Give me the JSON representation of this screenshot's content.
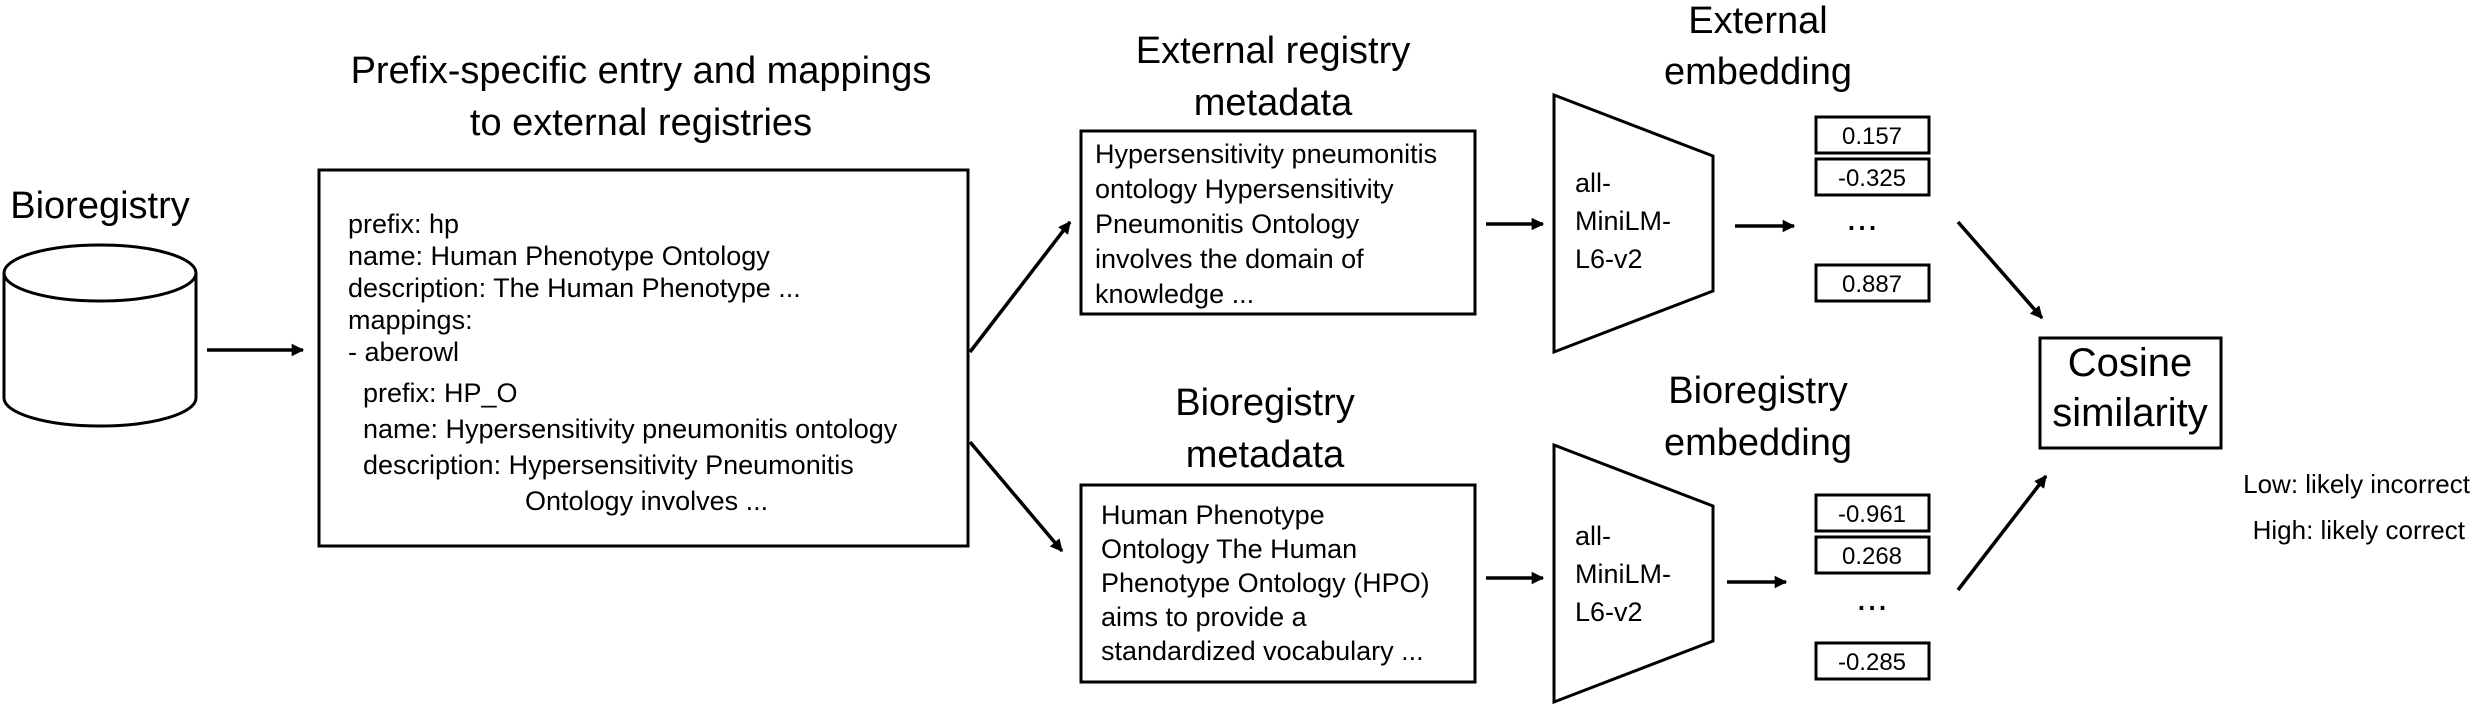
{
  "db": {
    "label": "Bioregistry"
  },
  "entry": {
    "title_lines": [
      "Prefix-specific entry and mappings",
      "to external registries"
    ],
    "lines": [
      "prefix: hp",
      "name: Human Phenotype Ontology",
      "description: The Human Phenotype ...",
      "mappings:",
      "- aberowl",
      "  prefix: HP_O",
      "  name: Hypersensitivity pneumonitis ontology",
      "  description: Hypersensitivity Pneumonitis",
      "Ontology involves ..."
    ]
  },
  "external_meta": {
    "title_lines": [
      "External registry",
      "metadata"
    ],
    "lines": [
      "Hypersensitivity pneumonitis",
      "ontology Hypersensitivity",
      "Pneumonitis Ontology",
      "involves the domain of",
      "knowledge ..."
    ]
  },
  "bioregistry_meta": {
    "title_lines": [
      "Bioregistry",
      "metadata"
    ],
    "lines": [
      "Human Phenotype",
      "Ontology The Human",
      "Phenotype Ontology (HPO)",
      "aims to provide a",
      "standardized vocabulary ..."
    ]
  },
  "model_label_lines": [
    "all-",
    "MiniLM-",
    "L6-v2"
  ],
  "external_embedding": {
    "title_lines": [
      "External",
      "embedding"
    ],
    "values": [
      "0.157",
      "-0.325",
      "0.887"
    ],
    "ellipsis": "..."
  },
  "bioregistry_embedding": {
    "title_lines": [
      "Bioregistry",
      "embedding"
    ],
    "values": [
      "-0.961",
      "0.268",
      "-0.285"
    ],
    "ellipsis": "..."
  },
  "cosine": {
    "lines": [
      "Cosine",
      "similarity"
    ]
  },
  "interpretation": [
    "Low: likely incorrect",
    "High: likely correct"
  ],
  "colors": {
    "ink": "#000000",
    "background": "#ffffff"
  }
}
